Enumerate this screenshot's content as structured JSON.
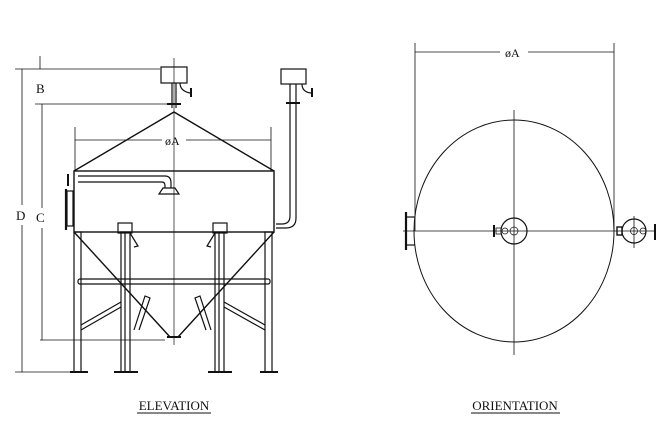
{
  "elevation": {
    "title": "ELEVATION",
    "dim_b": "B",
    "dim_c": "C",
    "dim_d": "D",
    "dim_a": "øA"
  },
  "orientation": {
    "title": "ORIENTATION",
    "dim_a": "øA"
  },
  "colors": {
    "line": "#111111",
    "background": "#ffffff"
  }
}
